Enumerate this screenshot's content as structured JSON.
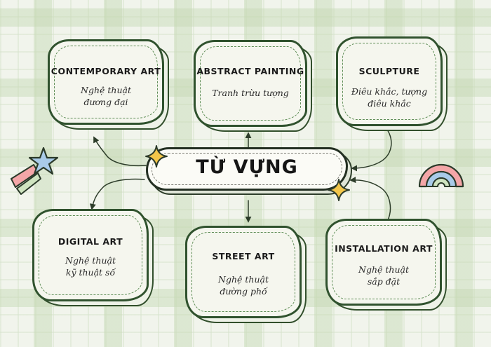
{
  "center": {
    "title": "TỪ VỰNG"
  },
  "cards": [
    {
      "id": "contemporary",
      "title": "CONTEMPORARY ART",
      "subtitle": [
        "Nghệ thuật",
        "đương đại"
      ]
    },
    {
      "id": "abstract",
      "title": "ABSTRACT PAINTING",
      "subtitle": [
        "Tranh trừu tượng"
      ]
    },
    {
      "id": "sculpture",
      "title": "SCULPTURE",
      "subtitle": [
        "Điêu khắc, tượng",
        "điêu khắc"
      ]
    },
    {
      "id": "digital",
      "title": "DIGITAL ART",
      "subtitle": [
        "Nghệ thuật",
        "kỹ thuật số"
      ]
    },
    {
      "id": "street",
      "title": "STREET ART",
      "subtitle": [
        "Nghệ thuật",
        "đường phố"
      ]
    },
    {
      "id": "installation",
      "title": "INSTALLATION ART",
      "subtitle": [
        "Nghệ thuật",
        "sắp đặt"
      ]
    }
  ],
  "colors": {
    "background": "#f1f4ec",
    "plaid_green": "#c4d8b2",
    "card_border": "#30522e",
    "card_fill": "#f5f6ee",
    "dash_green": "#5f8e57",
    "sparkle_yellow": "#f3c64a",
    "star_blue": "#a9cbe9",
    "rainbow_pink": "#f4a6a8"
  },
  "decorations": [
    "shooting-star-icon",
    "rainbow-icon",
    "sparkle-icon",
    "sparkle-icon"
  ]
}
